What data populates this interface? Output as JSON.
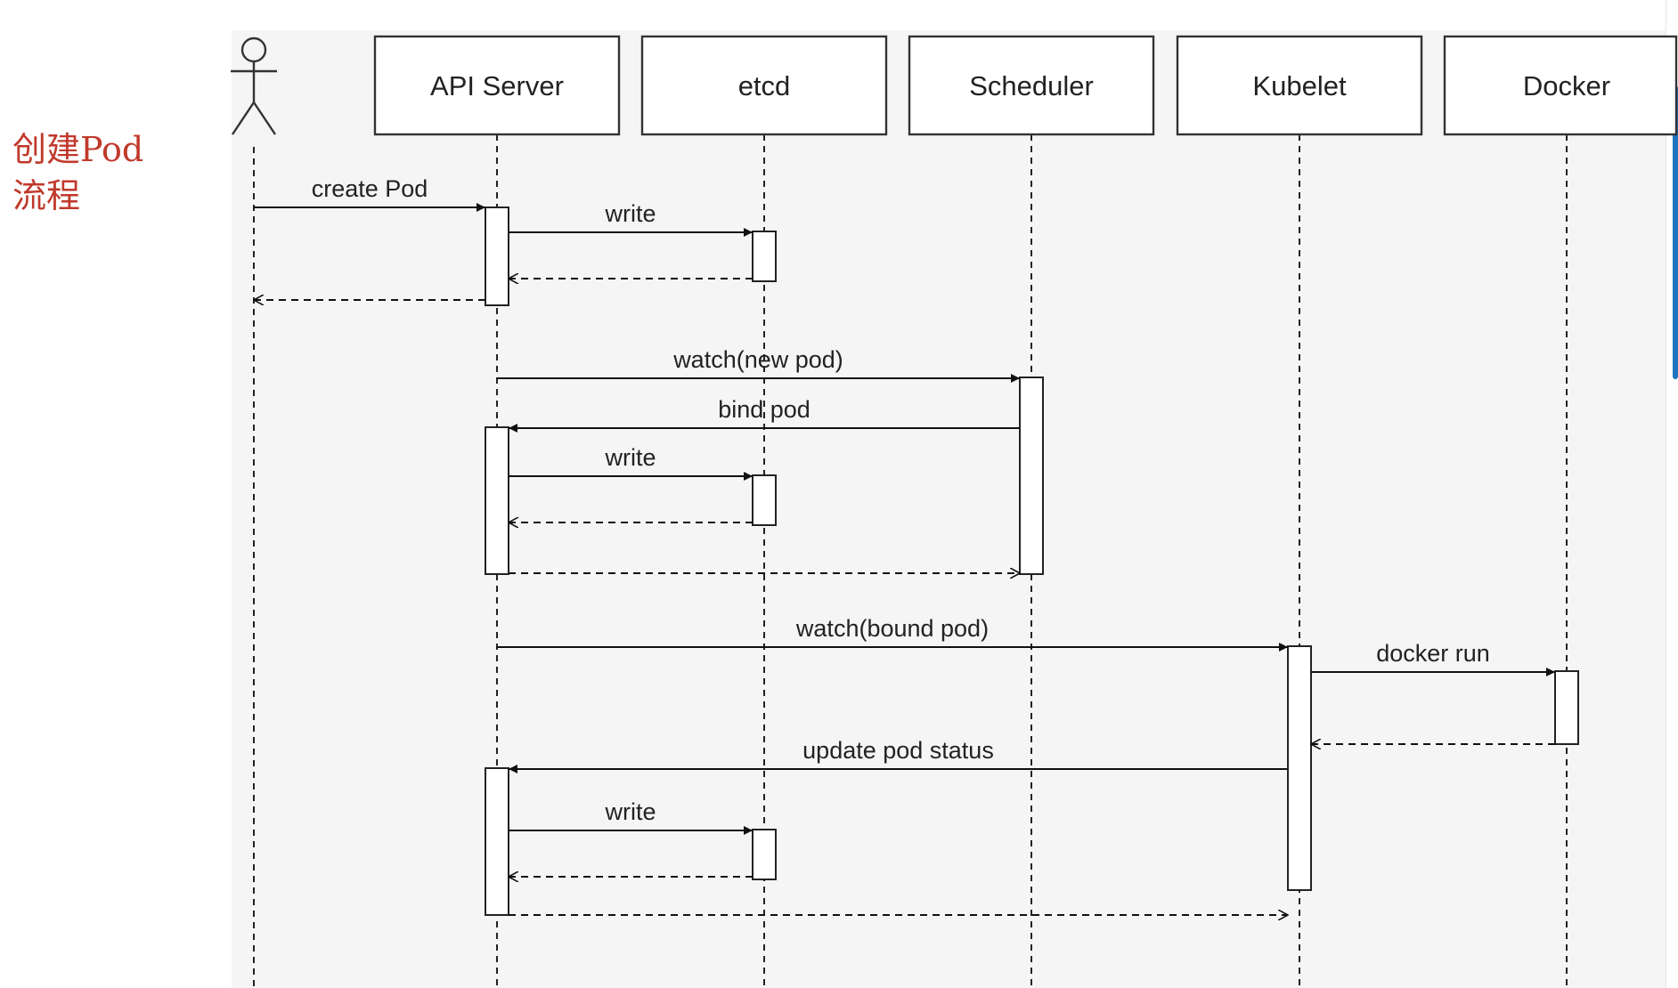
{
  "side_title": "创建Pod\n流程",
  "participants": [
    {
      "id": "api",
      "label": "API Server"
    },
    {
      "id": "etcd",
      "label": "etcd"
    },
    {
      "id": "sched",
      "label": "Scheduler"
    },
    {
      "id": "kubelet",
      "label": "Kubelet"
    },
    {
      "id": "docker",
      "label": "Docker"
    }
  ],
  "messages": [
    {
      "from": "user",
      "to": "api",
      "label": "create Pod",
      "style": "solid"
    },
    {
      "from": "api",
      "to": "etcd",
      "label": "write",
      "style": "solid"
    },
    {
      "from": "etcd",
      "to": "api",
      "label": "",
      "style": "dashed"
    },
    {
      "from": "api",
      "to": "user",
      "label": "",
      "style": "dashed"
    },
    {
      "from": "api",
      "to": "sched",
      "label": "watch(new pod)",
      "style": "solid"
    },
    {
      "from": "sched",
      "to": "api",
      "label": "bind pod",
      "style": "solid"
    },
    {
      "from": "api",
      "to": "etcd",
      "label": "write",
      "style": "solid"
    },
    {
      "from": "etcd",
      "to": "api",
      "label": "",
      "style": "dashed"
    },
    {
      "from": "api",
      "to": "sched",
      "label": "",
      "style": "dashed"
    },
    {
      "from": "api",
      "to": "kubelet",
      "label": "watch(bound pod)",
      "style": "solid"
    },
    {
      "from": "kubelet",
      "to": "docker",
      "label": "docker run",
      "style": "solid"
    },
    {
      "from": "docker",
      "to": "kubelet",
      "label": "",
      "style": "dashed"
    },
    {
      "from": "kubelet",
      "to": "api",
      "label": "update pod status",
      "style": "solid"
    },
    {
      "from": "api",
      "to": "etcd",
      "label": "write",
      "style": "solid"
    },
    {
      "from": "etcd",
      "to": "api",
      "label": "",
      "style": "dashed"
    },
    {
      "from": "api",
      "to": "kubelet",
      "label": "",
      "style": "dashed"
    }
  ]
}
